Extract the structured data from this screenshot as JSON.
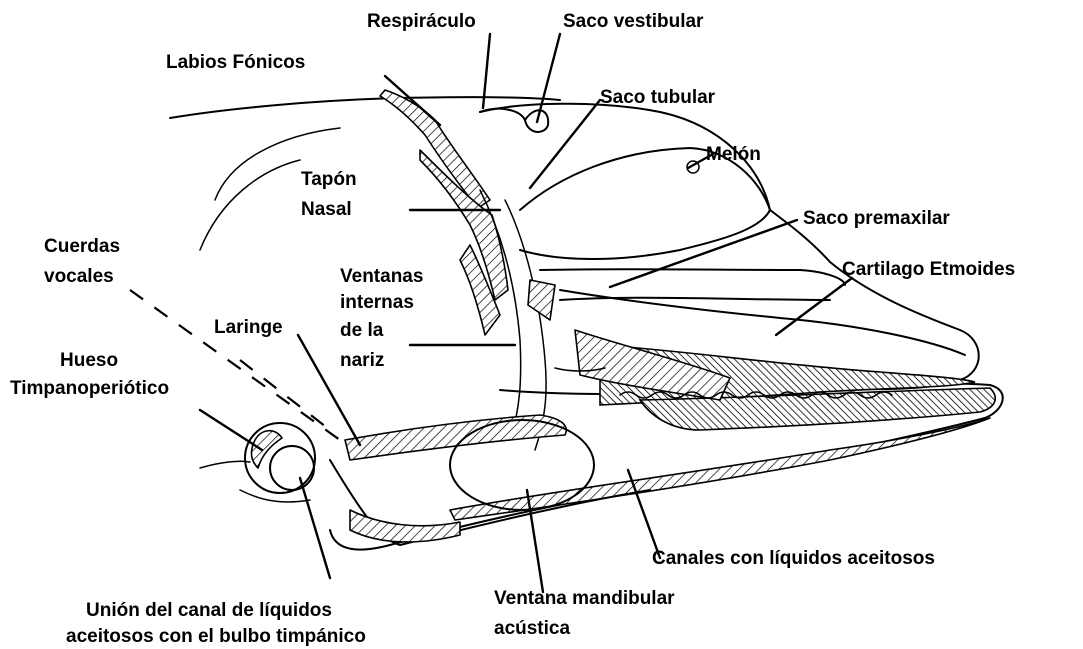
{
  "labels": {
    "respiraculo": "Respiráculo",
    "saco_vestibular": "Saco vestibular",
    "labios_fonicos": "Labios Fónicos",
    "saco_tubular": "Saco tubular",
    "melon": "Melón",
    "tapon_nasal_1": "Tapón",
    "tapon_nasal_2": "Nasal",
    "saco_premaxilar": "Saco premaxilar",
    "cuerdas_vocales_1": "Cuerdas",
    "cuerdas_vocales_2": "vocales",
    "ventanas_internas_1": "Ventanas",
    "ventanas_internas_2": "internas",
    "ventanas_internas_3": "de la",
    "ventanas_internas_4": "nariz",
    "cartilago_etmoides": "Cartilago Etmoides",
    "laringe": "Laringe",
    "hueso_timpanoperiotico_1": "Hueso",
    "hueso_timpanoperiotico_2": "Timpanoperiótico",
    "canales_liquidos": "Canales con líquidos aceitosos",
    "union_canal_1": "Unión del canal de líquidos",
    "union_canal_2": "aceitosos con el bulbo timpánico",
    "ventana_mandibular_1": "Ventana mandibular",
    "ventana_mandibular_2": "acústica"
  }
}
